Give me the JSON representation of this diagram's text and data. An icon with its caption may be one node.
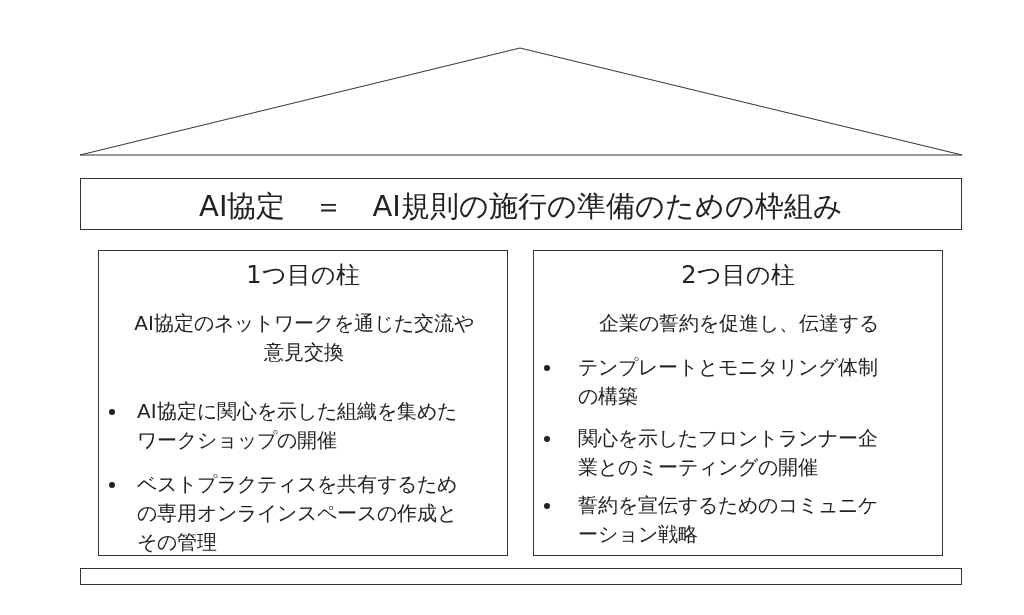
{
  "diagram": {
    "nodes": [
      {
        "text": [
          "AI協定 ＝ AI規則の施行の準備のための枠組み"
        ]
      },
      {
        "text": [
          "1つ目の柱",
          "AI協定のネットワークを通じた交流や意見交換",
          "AI協定に関心を示した組織を集めたワークショップの開催",
          "ベストプラクティスを共有するための専用オンラインスペースの作成とその管理"
        ]
      },
      {
        "text": [
          "2つ目の柱",
          "企業の誓約を促進し、伝達する",
          "テンプレートとモニタリング体制の構築",
          "関心を示したフロントランナー企業とのミーティングの開催",
          "誓約を宣伝するためのコミュニケーション戦略"
        ]
      },
      {
        "text": [],
        "shape": "bar"
      }
    ]
  }
}
